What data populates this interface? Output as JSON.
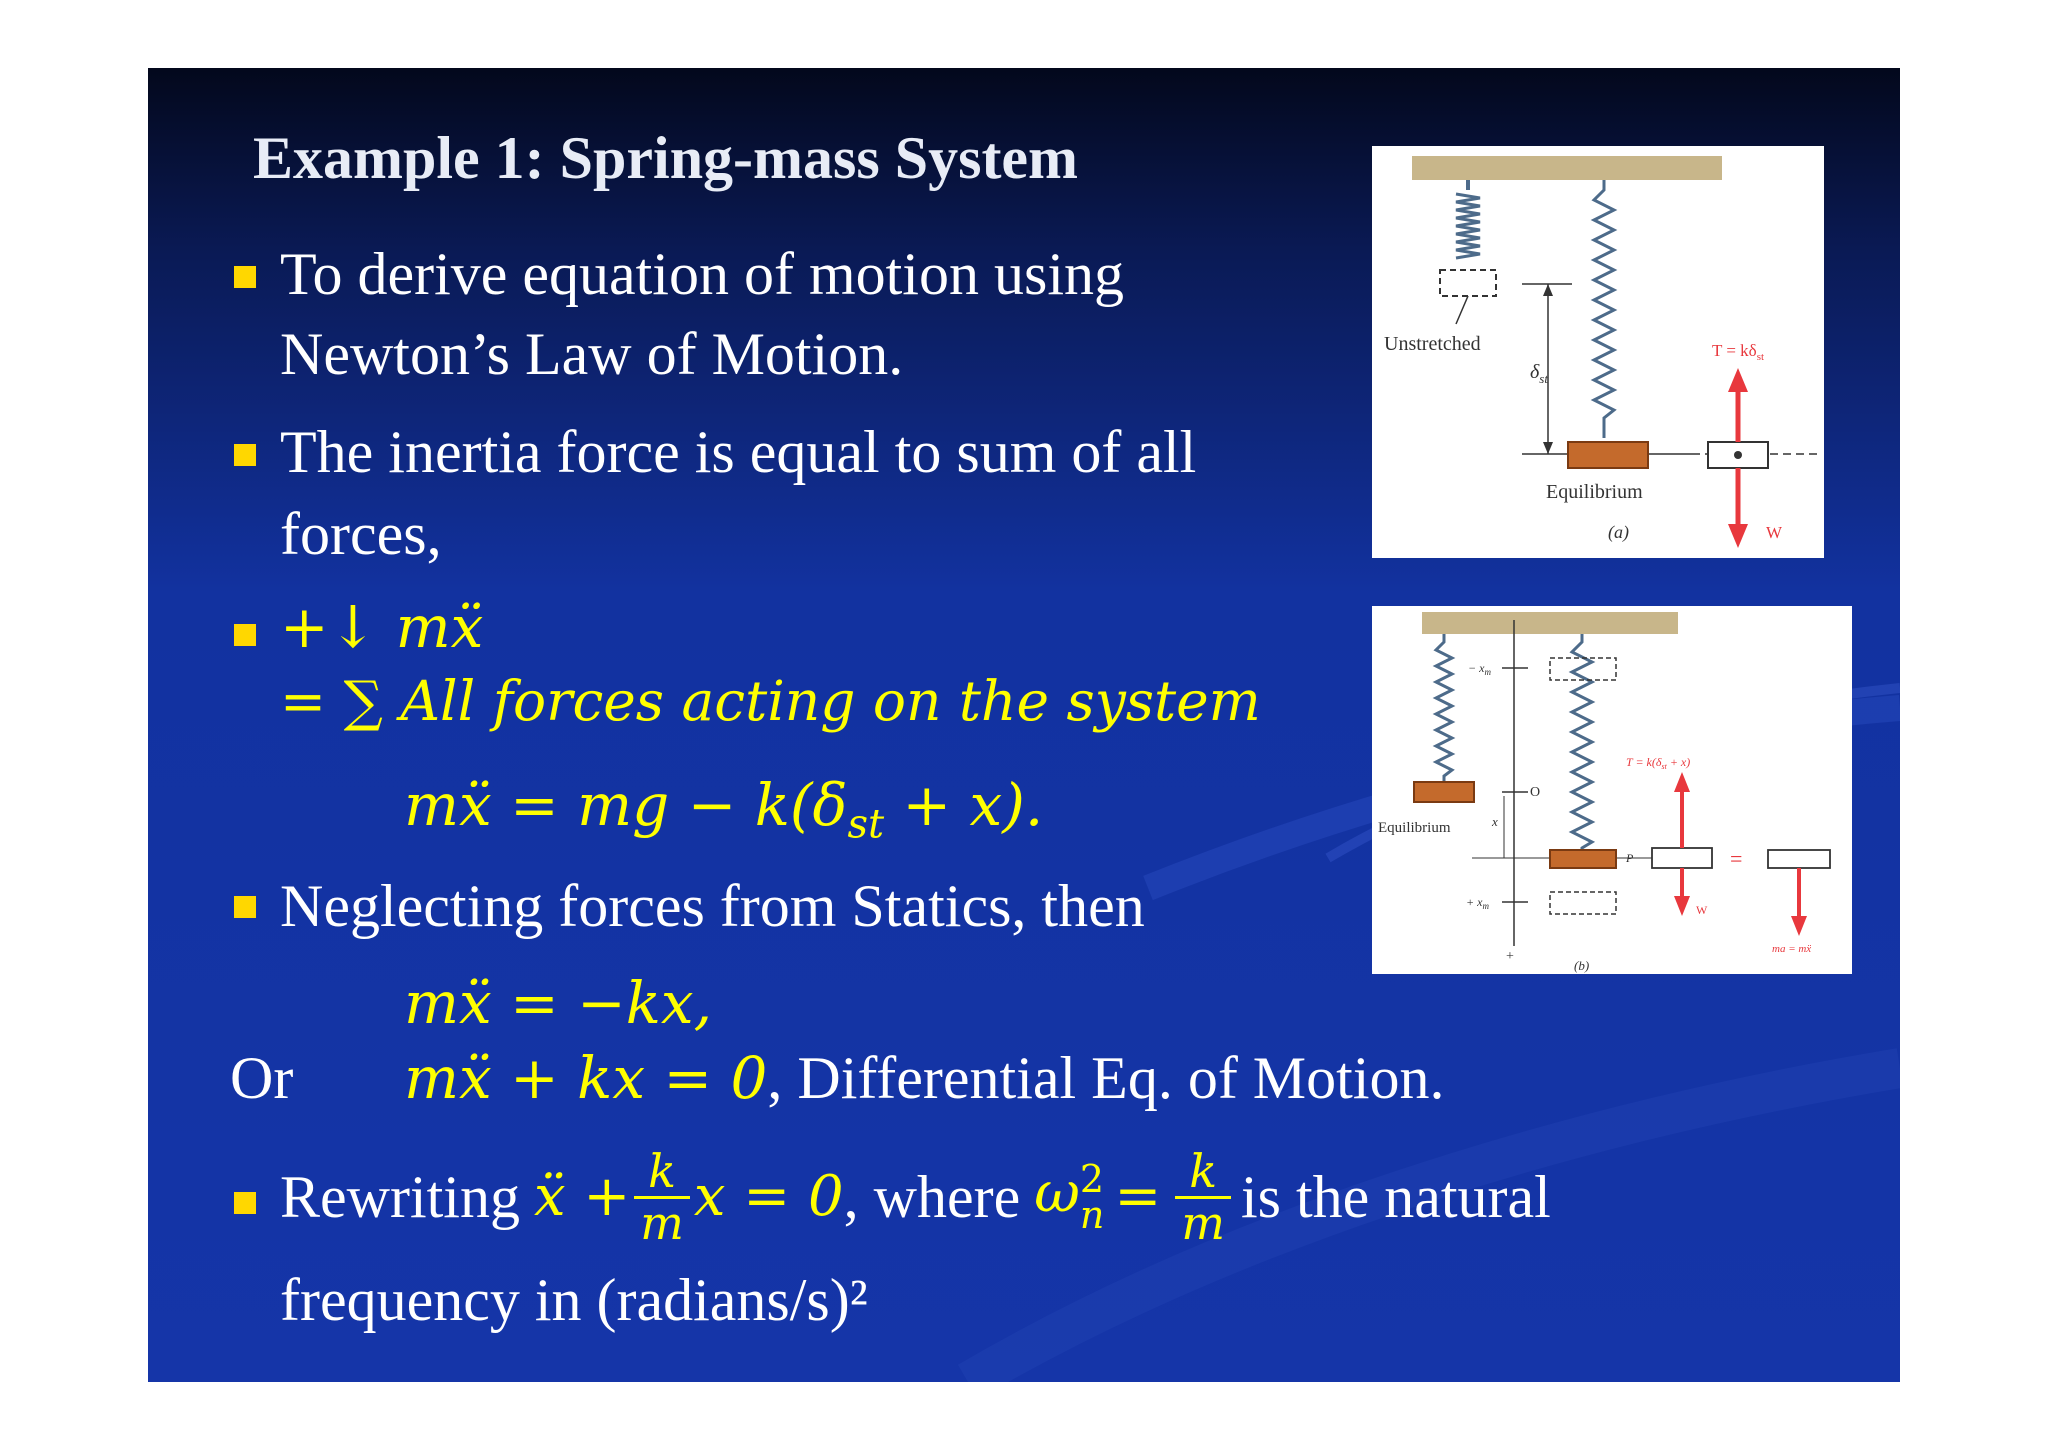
{
  "title": "Example 1: Spring-mass System",
  "bullets": {
    "b1_line1": "To derive equation of motion using",
    "b1_line2": "Newton’s Law of Motion.",
    "b2_line1": "The inertia force is equal to sum of all",
    "b2_line2": "forces,",
    "b3_lhs": "+↓ 𝑚𝑥̈",
    "b3_rhs": "= ∑ 𝐴𝑙𝑙 𝑓𝑜𝑟𝑐𝑒𝑠 𝑎𝑐𝑡𝑖𝑛𝑔 𝑜𝑛 𝑡ℎ𝑒 𝑠𝑦𝑠𝑡𝑒𝑚",
    "eq1": "𝑚𝑥̈ = 𝑚𝑔 − 𝑘(𝛿",
    "eq1_sub": "𝑠𝑡",
    "eq1_tail": " + 𝑥).",
    "b4": "Neglecting forces from Statics, then",
    "eq2": "𝑚𝑥̈ = −𝑘𝑥,",
    "or_label": "Or",
    "eq3": "𝑚𝑥̈ + 𝑘𝑥 = 0",
    "eq3_text": ", Differential Eq. of Motion.",
    "b5_word": "Rewriting",
    "b5_m1": "𝑥̈ +",
    "b5_num": "𝑘",
    "b5_den": "𝑚",
    "b5_m2": "𝑥 = 0",
    "b5_where": ", where",
    "b5_omega": "𝜔",
    "b5_omega_sup": "2",
    "b5_omega_sub": "𝑛",
    "b5_eq": "=",
    "b5_num2": "𝑘",
    "b5_den2": "𝑚",
    "b5_tail": "is the natural",
    "b5_line2": "frequency in (radians/s)²"
  },
  "figure_a": {
    "label_unstretched": "Unstretched",
    "label_delta": "δ",
    "label_delta_sub": "st",
    "label_equilibrium": "Equilibrium",
    "label_tension": "T = kδ",
    "label_tension_sub": "st",
    "label_weight": "W",
    "caption": "(a)"
  },
  "figure_b": {
    "label_minus_xm": "− x",
    "label_minus_xm_sub": "m",
    "label_o": "O",
    "label_x": "x",
    "label_equilibrium": "Equilibrium",
    "label_plus_xm": "+ x",
    "label_plus_xm_sub": "m",
    "label_plus": "+",
    "label_p": "P",
    "label_tension": "T = k(δ",
    "label_tension_sub": "st",
    "label_tension_tail": " + x)",
    "label_weight": "W",
    "label_equals": "=",
    "label_ma": "ma = mẍ",
    "caption": "(b)"
  },
  "colors": {
    "background": "#1535a8",
    "title": "#e8ecf6",
    "text": "#ffffff",
    "math": "#ffff00",
    "bullet": "#ffd700",
    "arrow": "#e8383d",
    "block": "#c46a2c"
  }
}
